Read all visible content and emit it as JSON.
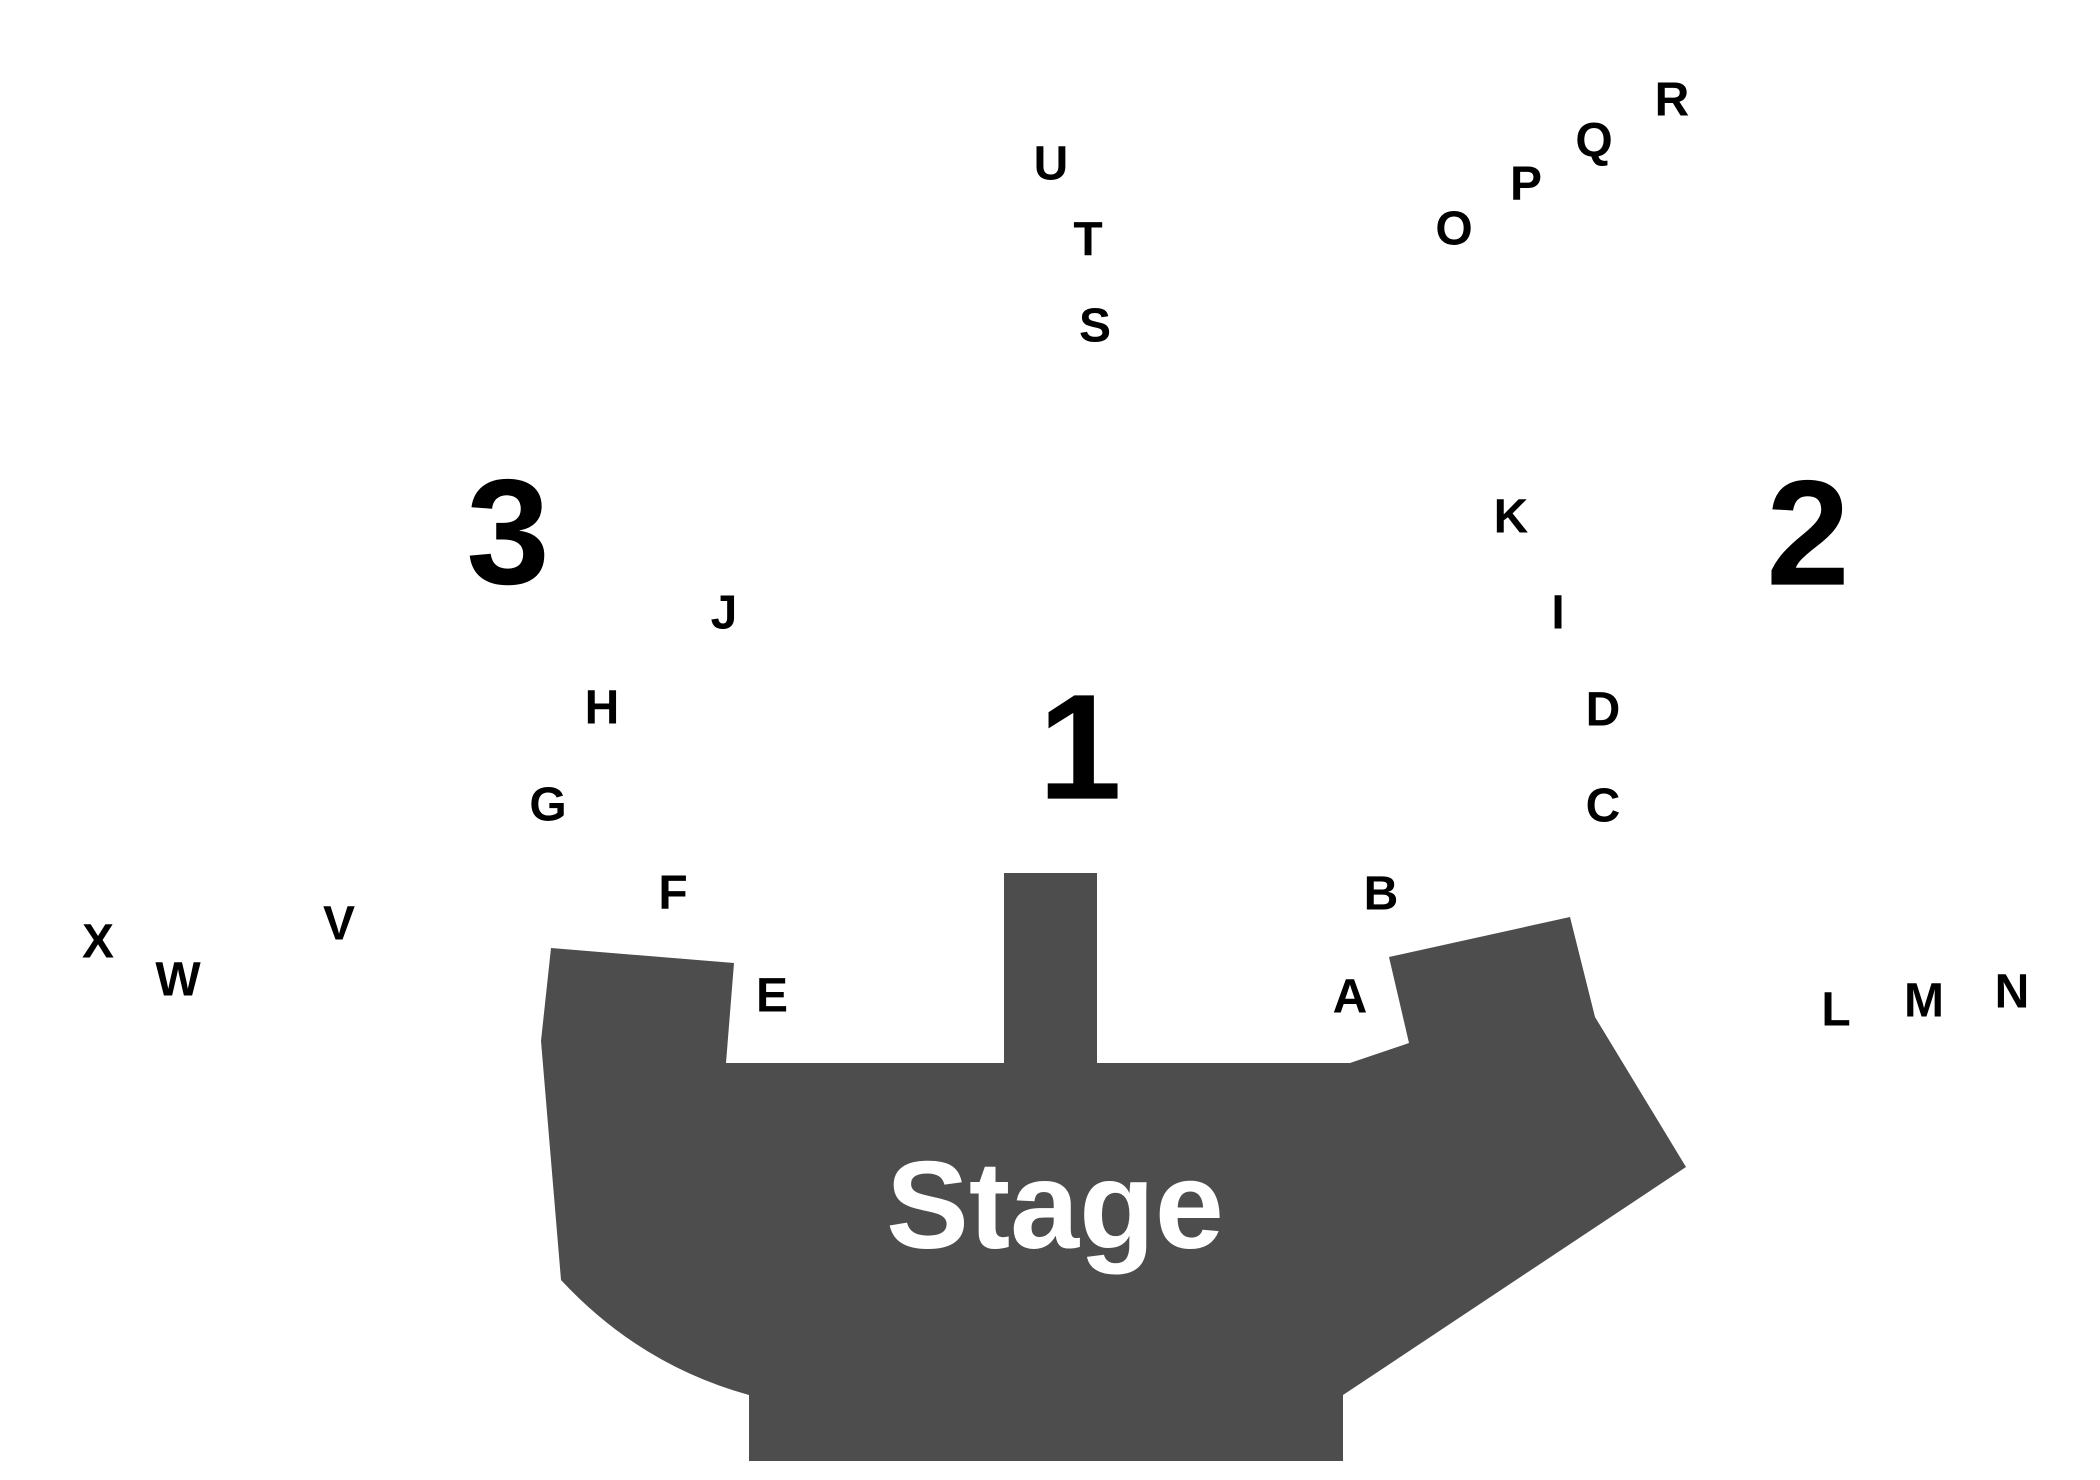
{
  "colors": {
    "stage_fill": "#4d4d4d",
    "stage_text": "#ffffff",
    "label_text": "#000000",
    "background": "#ffffff"
  },
  "stage": {
    "label": "Stage"
  },
  "sections": [
    {
      "id": "section-1",
      "label": "1"
    },
    {
      "id": "section-2",
      "label": "2"
    },
    {
      "id": "section-3",
      "label": "3"
    }
  ],
  "rows": [
    "A",
    "B",
    "C",
    "D",
    "E",
    "F",
    "G",
    "H",
    "I",
    "J",
    "K",
    "L",
    "M",
    "N",
    "O",
    "P",
    "Q",
    "R",
    "S",
    "T",
    "U",
    "V",
    "W",
    "X"
  ]
}
